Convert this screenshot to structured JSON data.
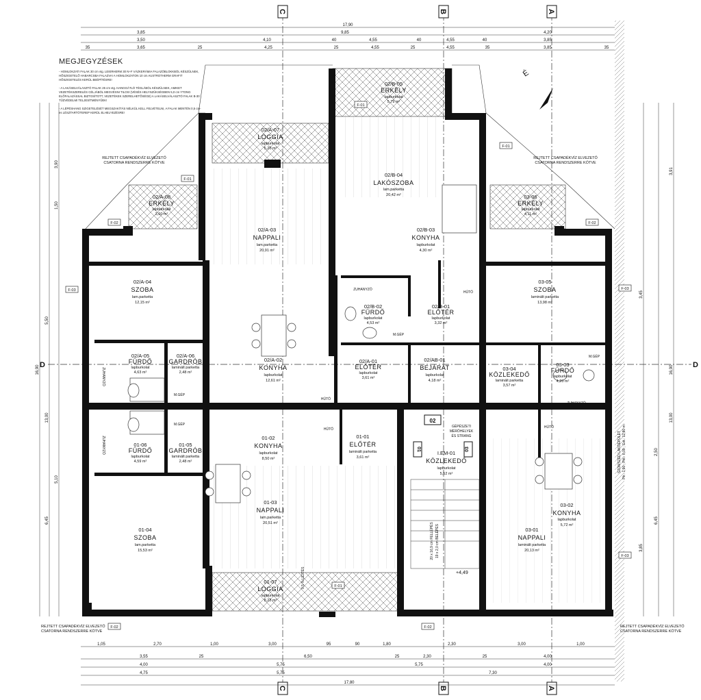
{
  "notes": {
    "title": "MEGJEGYZÉSEK",
    "items": [
      "- HOMLOKZATI FALAK 30 cm vtg. LEIERHERM 30 N+F VÁZKERÁMIA FALAZÓBLOKKBÓL KÉSZÜLNEK, HŐSZIGETELŐ HABARCSBA FALAZVA! A HOMLOKZATON 10 cm AUSTROTHERM GRAFIT HŐSZIGETELÉS KERÜL BEÉPÍTÉSRE!",
      "- A LAKÁSELVÁLASZTÓ FALAK 25 cm vtg. HANGGÁTLÓ TÉGLÁBÓL KÉSZÜLNEK, AMIKET VEZETÉKSZERELÉS CÉLJÁBÓL MEGVÉSNI TILOS! (VÉSÉS HELYSZÜKSÉGBEN 5,0 cm YTONG ELŐFALAZÁSSAL BIZTOSÍTOTT, VEZETÉKEK SZERELHETŐSÉGE) A LAKÁSELVÁLASZTÓ FALAK B-30 TŰZVÉDELMI TELJESÍTMÉNYŰEK!",
      "- A LÉPÉSHANG SZIGETELÉSÉT MEGSZAKÍTÁS NÉLKÜL KELL FELVÉTELNI, A FALAK MENTÉN 0,5 cm-es LÉSZTARTÓTEREP KERÜL ELHELYEZÉSRE!"
    ]
  },
  "axes": [
    "C",
    "B",
    "A",
    "D",
    "D"
  ],
  "north_label": "É",
  "top_dims": {
    "overall": "17,90",
    "row2": [
      "3,85",
      "9,85",
      "4,20"
    ],
    "row3": [
      "3,50",
      "4,10",
      "40",
      "4,55",
      "40",
      "4,55",
      "40",
      "3,85"
    ],
    "row4": [
      "35",
      "3,65",
      "25",
      "4,25",
      "25",
      "4,55",
      "25",
      "4,55",
      "35",
      "3,85",
      "35"
    ]
  },
  "bottom_dims": {
    "row1": [
      "1,05",
      "2,70",
      "1,00",
      "3,00",
      "95",
      "90",
      "1,80",
      "2,30",
      "3,00",
      "1,00"
    ],
    "row2": [
      "3,55",
      "25",
      "6,50",
      "25",
      "2,30",
      "25",
      "4,00"
    ],
    "row3": [
      "4,00",
      "5,75",
      "5,75",
      "4,00"
    ],
    "row4": [
      "4,75",
      "5,75",
      "7,30"
    ],
    "overall": "17,80"
  },
  "left_dims": [
    "5,50",
    "16,90",
    "13,00",
    "6,45",
    "5,10",
    "3,90",
    "1,50"
  ],
  "right_dims": [
    "3,91",
    "3,45",
    "2,50",
    "16,90",
    "13,00",
    "6,45",
    "3,85"
  ],
  "gutter_labels": [
    "REJTETT CSAPADÉKVÍZ ELVEZETŐ",
    "CSATORNA RENDSZERRE KÖTVE"
  ],
  "rooms": [
    {
      "id": "02/B-05",
      "name": "ERKÉLY",
      "floor": "lapburkolat",
      "area": "5,79 m²"
    },
    {
      "id": "02/A-07",
      "name": "LOGGIA",
      "floor": "lapburkolat",
      "area": "5,20 m²"
    },
    {
      "id": "02/B-04",
      "name": "LAKÓSZOBA",
      "floor": "lam.parketta",
      "area": "20,42 m²"
    },
    {
      "id": "02/A-08",
      "name": "ERKÉLY",
      "floor": "lapburkolat",
      "area": "3,60 m²"
    },
    {
      "id": "03-06",
      "name": "ERKÉLY",
      "floor": "lapburkolat",
      "area": "4,11 m²"
    },
    {
      "id": "02/A-03",
      "name": "NAPPALI",
      "floor": "lam.parketta",
      "area": "20,91 m²"
    },
    {
      "id": "02/B-03",
      "name": "KONYHA",
      "floor": "lapburkolat",
      "area": "4,30 m²"
    },
    {
      "id": "02/A-04",
      "name": "SZOBA",
      "floor": "lam.parketta",
      "area": "12,15 m²"
    },
    {
      "id": "03-05",
      "name": "SZOBA",
      "floor": "laminált parketta",
      "area": "13,98 m²"
    },
    {
      "id": "02/B-02",
      "name": "FÜRDŐ",
      "floor": "lapburkolat",
      "area": "4,53 m²"
    },
    {
      "id": "02/B-01",
      "name": "ELŐTÉR",
      "floor": "lapburkolat",
      "area": "3,32 m²"
    },
    {
      "id": "02/A-05",
      "name": "FÜRDŐ",
      "floor": "lapburkolat",
      "area": "4,63 m²"
    },
    {
      "id": "02/A-06",
      "name": "GARDRÓB",
      "floor": "laminált parketta",
      "area": "2,48 m²"
    },
    {
      "id": "02/A-02",
      "name": "KONYHA",
      "floor": "lapburkolat",
      "area": "12,61 m²"
    },
    {
      "id": "02/A-01",
      "name": "ELŐTÉR",
      "floor": "lapburkolat",
      "area": "3,61 m²"
    },
    {
      "id": "02/AB-01",
      "name": "BEJÁRAT",
      "floor": "lapburkolat",
      "area": "4,18 m²"
    },
    {
      "id": "03-04",
      "name": "KÖZLEKEDŐ",
      "floor": "laminált parketta",
      "area": "3,57 m²"
    },
    {
      "id": "03-03",
      "name": "FÜRDŐ",
      "floor": "lapburkolat",
      "area": "4,20 m²"
    },
    {
      "id": "01-06",
      "name": "FÜRDŐ",
      "floor": "lapburkolat",
      "area": "4,59 m²"
    },
    {
      "id": "01-05",
      "name": "GARDRÓB",
      "floor": "laminált parketta",
      "area": "2,48 m²"
    },
    {
      "id": "01-02",
      "name": "KONYHA",
      "floor": "lapburkolat",
      "area": "8,50 m²"
    },
    {
      "id": "01-01",
      "name": "ELŐTÉR",
      "floor": "laminált parketta",
      "area": "3,61 m²"
    },
    {
      "id": "I.EM-01",
      "name": "KÖZLEKEDŐ",
      "floor": "lapburkolat",
      "area": "5,52 m²"
    },
    {
      "id": "03-02",
      "name": "KONYHA",
      "floor": "lapburkolat",
      "area": "5,72 m²"
    },
    {
      "id": "01-04",
      "name": "SZOBA",
      "floor": "lam.parketta",
      "area": "15,53 m²"
    },
    {
      "id": "01-03",
      "name": "NAPPALI",
      "floor": "lam.parketta",
      "area": "20,51 m²"
    },
    {
      "id": "03-01",
      "name": "NAPPALI",
      "floor": "laminált parketta",
      "area": "20,13 m²"
    },
    {
      "id": "01-07",
      "name": "LOGGIA",
      "floor": "lapburkolat",
      "area": "8,22 m²"
    }
  ],
  "fixtures": [
    "ZUHANYZÓ",
    "M.GÉP",
    "HŰTŐ",
    "ZUHANYZÓ",
    "M.GÉP",
    "HŰTŐ",
    "ZUHANYZÓ",
    "M.GÉP",
    "HŰTŐ",
    "ZUHANYZÓ",
    "M.GÉP",
    "HŰTŐ"
  ],
  "tags": [
    "F-01",
    "F-02",
    "F-03",
    "F-01",
    "F-02",
    "F-03",
    "F-01",
    "F-02",
    "F-03",
    "F-01",
    "F-02"
  ],
  "apt_markers": [
    "02",
    "01",
    "03"
  ],
  "shaft_note": [
    "GÉPÉSZETI",
    "MÉRŐHELYEK",
    "ÉS STRANG"
  ],
  "stair_note": [
    "20 x 16,9 cm FELLÉPÉS",
    "19 x 2,0 cm BELÉPÉS"
  ],
  "level": "+4,49",
  "slope_note": "0,5 % LEJTÉS",
  "vertical_note": [
    "SZOMSZÉD LAKÓÉPÜLET",
    "Ptr.: 1,90 ; Pkt.: 6,00 ; Gvt.: 12,80 m"
  ]
}
